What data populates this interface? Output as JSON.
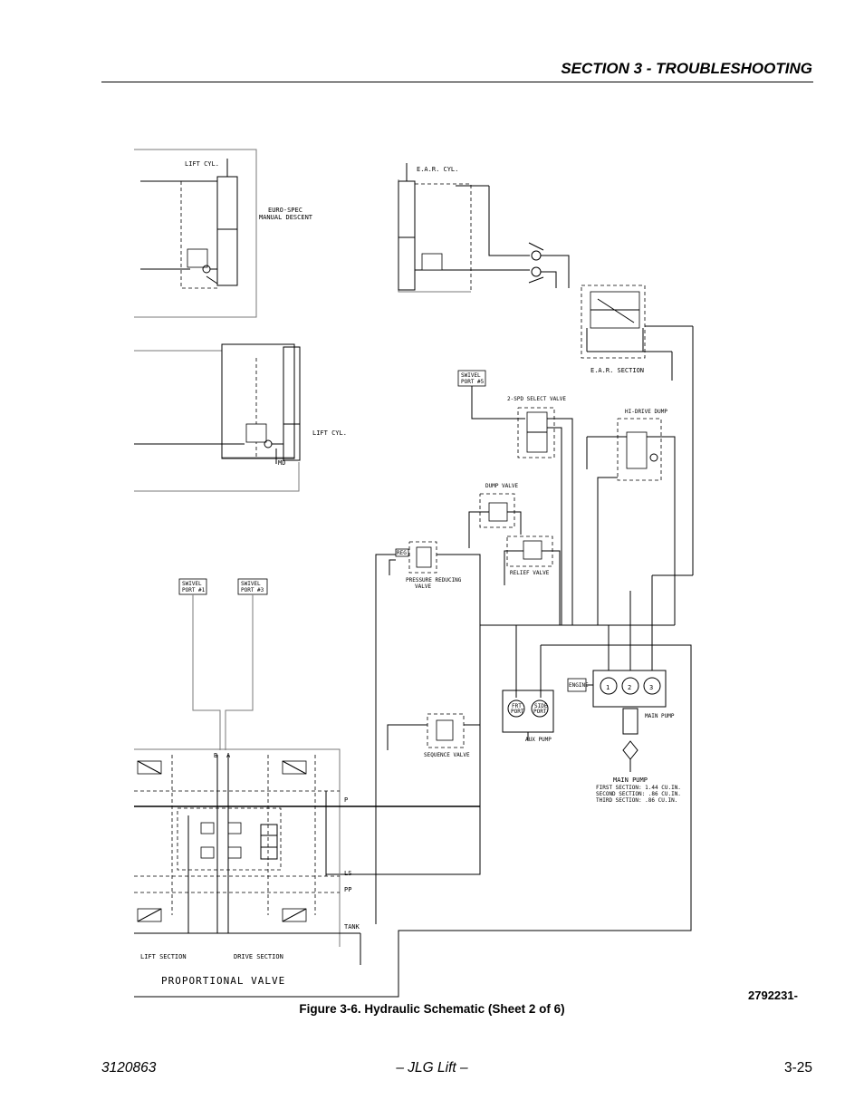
{
  "header": {
    "section_title": "SECTION 3 - TROUBLESHOOTING"
  },
  "schematic": {
    "labels": {
      "lift_cyl_top": "LIFT CYL.",
      "euro_spec_1": "EURO-SPEC",
      "euro_spec_2": "MANUAL DESCENT",
      "ear_cyl": "E.A.R. CYL.",
      "ear_section": "E.A.R. SECTION",
      "lift_cyl_mid": "LIFT CYL.",
      "md": "MD",
      "swivel_5_1": "SWIVEL",
      "swivel_5_2": "PORT #5",
      "two_spd": "2-SPD SELECT VALVE",
      "hi_drive": "HI-DRIVE DUMP",
      "dump_valve": "DUMP VALVE",
      "relief_valve": "RELIEF VALVE",
      "prv_1": "PRESSURE REDUCING",
      "prv_2": "VALVE",
      "reg": "REG",
      "swivel_1_1": "SWIVEL",
      "swivel_1_2": "PORT #1",
      "swivel_3_1": "SWIVEL",
      "swivel_3_2": "PORT #3",
      "engine": "ENGINE",
      "pump_1": "1",
      "pump_2": "2",
      "pump_3": "3",
      "main_pump_small": "MAIN PUMP",
      "frt_port_1": "FRT",
      "frt_port_2": "PORT",
      "side_port_1": "SIDE",
      "side_port_2": "PORT",
      "aux_pump": "AUX PUMP",
      "sequence_valve": "SEQUENCE VALVE",
      "main_pump_title": "MAIN PUMP",
      "first_section": "FIRST SECTION: 1.44 CU.IN.",
      "second_section": "SECOND SECTION: .86 CU.IN.",
      "third_section": "THIRD SECTION: .86 CU.IN.",
      "port_b": "B",
      "port_a": "A",
      "port_p": "P",
      "port_ls": "LS",
      "port_pp": "PP",
      "port_tank": "TANK",
      "lift_section": "LIFT SECTION",
      "drive_section": "DRIVE SECTION",
      "proportional_valve": "PROPORTIONAL VALVE"
    }
  },
  "drawing_id": "2792231-",
  "caption": "Figure 3-6.  Hydraulic Schematic (Sheet 2 of 6)",
  "footer": {
    "doc_number": "3120863",
    "center": "– JLG Lift –",
    "page": "3-25"
  }
}
